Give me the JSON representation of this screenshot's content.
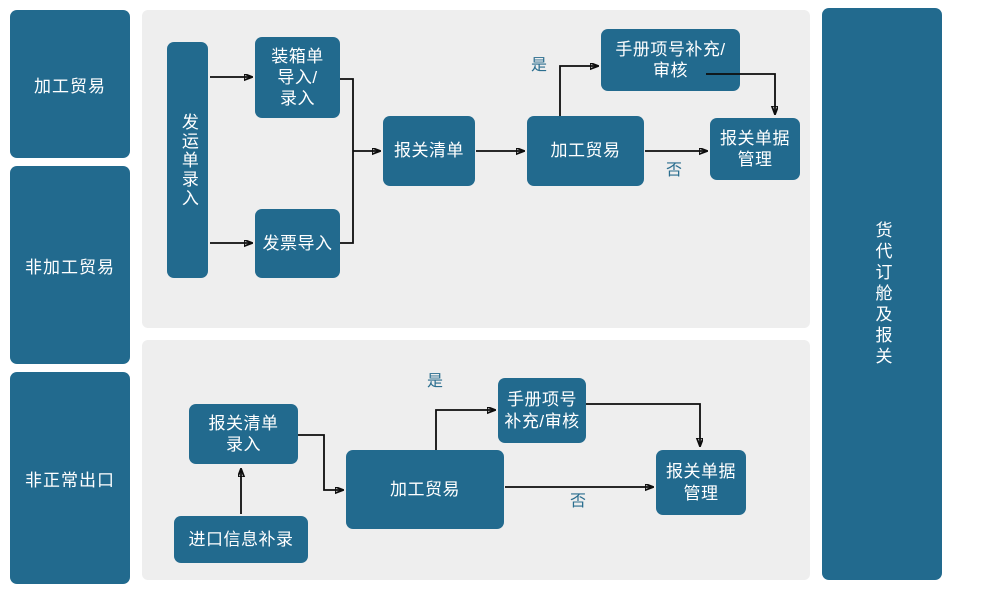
{
  "diagram": {
    "title_right_panel": "货代订舱及报关",
    "colors": {
      "node_blue": "#226a8e",
      "panel_gray": "#eeeeee",
      "edge_label_blue": "#2b6e8f",
      "arrow_black": "#0d0d0d",
      "node_text": "#ffffff",
      "page_background": "#ffffff"
    },
    "lanes": [
      {
        "id": "lane-processing-trade",
        "label": "加工贸易"
      },
      {
        "id": "lane-non-processing-trade",
        "label": "非加工贸易"
      },
      {
        "id": "lane-abnormal-export",
        "label": "非正常出口"
      }
    ],
    "right_panel": {
      "id": "right-panel-forwarder",
      "label": "货代订舱及报关"
    },
    "flows": [
      {
        "id": "flow-top",
        "nodes": [
          {
            "id": "node-shipment-entry",
            "label": "发运单录入",
            "orientation": "vertical"
          },
          {
            "id": "node-packing-list-import",
            "label": "装箱单\n导入/\n录入",
            "orientation": "horizontal"
          },
          {
            "id": "node-invoice-import",
            "label": "发票导入",
            "orientation": "horizontal"
          },
          {
            "id": "node-customs-list",
            "label": "报关清单",
            "orientation": "horizontal"
          },
          {
            "id": "node-processing-trade",
            "label": "加工贸易",
            "orientation": "horizontal"
          },
          {
            "id": "node-manual-item-supplement",
            "label": "手册项号补充/\n审核",
            "orientation": "horizontal"
          },
          {
            "id": "node-customs-doc-management",
            "label": "报关单据\n管理",
            "orientation": "horizontal"
          }
        ],
        "edge_labels": [
          {
            "id": "edge-label-yes-top",
            "text": "是"
          },
          {
            "id": "edge-label-no-top",
            "text": "否"
          }
        ]
      },
      {
        "id": "flow-bottom",
        "nodes": [
          {
            "id": "node-customs-list-entry",
            "label": "报关清单\n录入",
            "orientation": "horizontal"
          },
          {
            "id": "node-import-info-supplement",
            "label": "进口信息补录",
            "orientation": "horizontal"
          },
          {
            "id": "node-processing-trade-2",
            "label": "加工贸易",
            "orientation": "horizontal"
          },
          {
            "id": "node-manual-item-supplement-2",
            "label": "手册项号\n补充/审核",
            "orientation": "horizontal"
          },
          {
            "id": "node-customs-doc-management-2",
            "label": "报关单据\n管理",
            "orientation": "horizontal"
          }
        ],
        "edge_labels": [
          {
            "id": "edge-label-yes-bottom",
            "text": "是"
          },
          {
            "id": "edge-label-no-bottom",
            "text": "否"
          }
        ]
      }
    ]
  }
}
